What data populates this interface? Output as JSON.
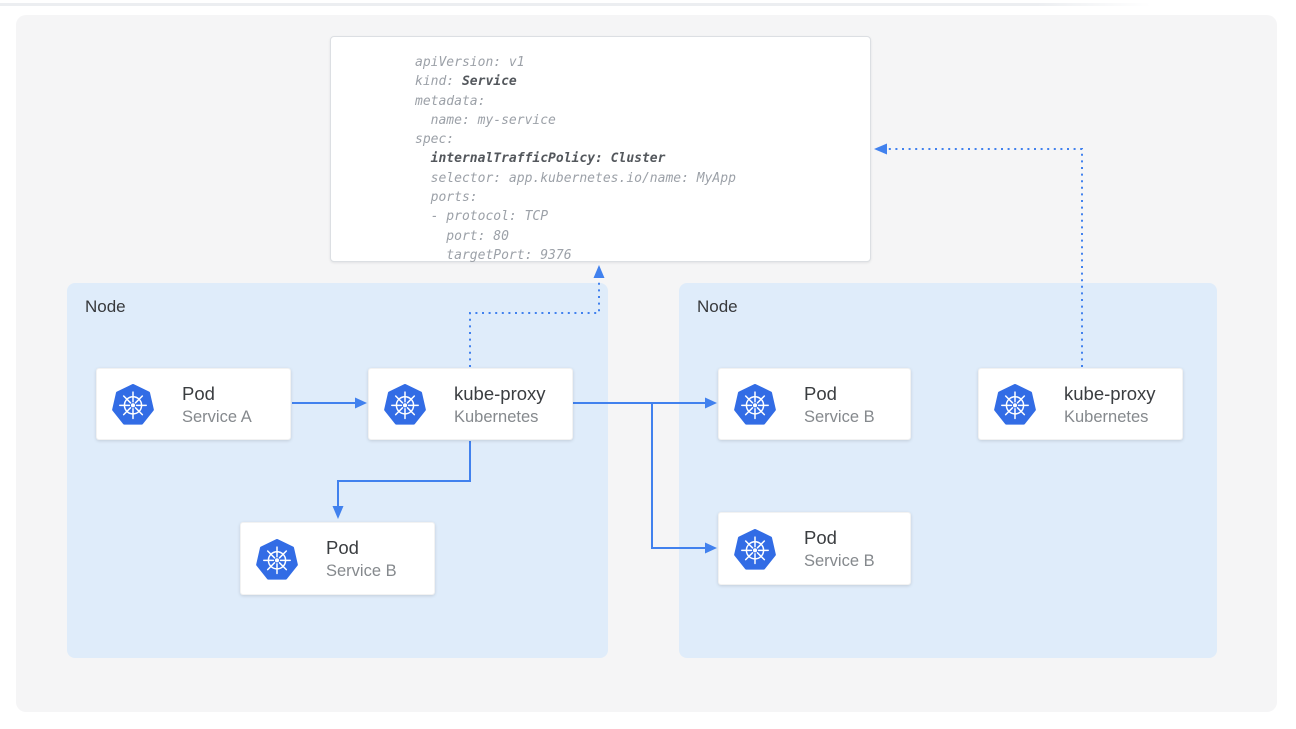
{
  "colors": {
    "arrow_blue": "#4181ee",
    "kubernetes_blue": "#326ce5",
    "node_fill": "#dfecfa",
    "panel_fill": "#f5f5f6",
    "card_border": "#dcdfe3",
    "code_text": "#9ca1a8",
    "code_bold_text": "#53575c",
    "title_text": "#3a3d40",
    "subtitle_text": "#85898d",
    "node_label_text": "#37393c"
  },
  "icons": {
    "kubernetes": "kubernetes-helm-wheel-in-blue-heptagon"
  },
  "service_manifest": {
    "lines": [
      {
        "text": "apiVersion: v1",
        "bold": ""
      },
      {
        "text": "kind: ",
        "bold": "Service"
      },
      {
        "text": "metadata:",
        "bold": ""
      },
      {
        "text": "  name: my-service",
        "bold": ""
      },
      {
        "text": "spec:",
        "bold": ""
      },
      {
        "text": "  ",
        "bold": "internalTrafficPolicy: Cluster"
      },
      {
        "text": "  selector: app.kubernetes.io/name: MyApp",
        "bold": ""
      },
      {
        "text": "  ports:",
        "bold": ""
      },
      {
        "text": "  - protocol: TCP",
        "bold": ""
      },
      {
        "text": "    port: 80",
        "bold": ""
      },
      {
        "text": "    targetPort: 9376",
        "bold": ""
      }
    ]
  },
  "left_node": {
    "label": "Node",
    "pod_a": {
      "title": "Pod",
      "subtitle": "Service A"
    },
    "kube_proxy": {
      "title": "kube-proxy",
      "subtitle": "Kubernetes"
    },
    "pod_b": {
      "title": "Pod",
      "subtitle": "Service B"
    }
  },
  "right_node": {
    "label": "Node",
    "pod_top": {
      "title": "Pod",
      "subtitle": "Service B"
    },
    "pod_bottom": {
      "title": "Pod",
      "subtitle": "Service B"
    },
    "kube_proxy": {
      "title": "kube-proxy",
      "subtitle": "Kubernetes"
    }
  }
}
